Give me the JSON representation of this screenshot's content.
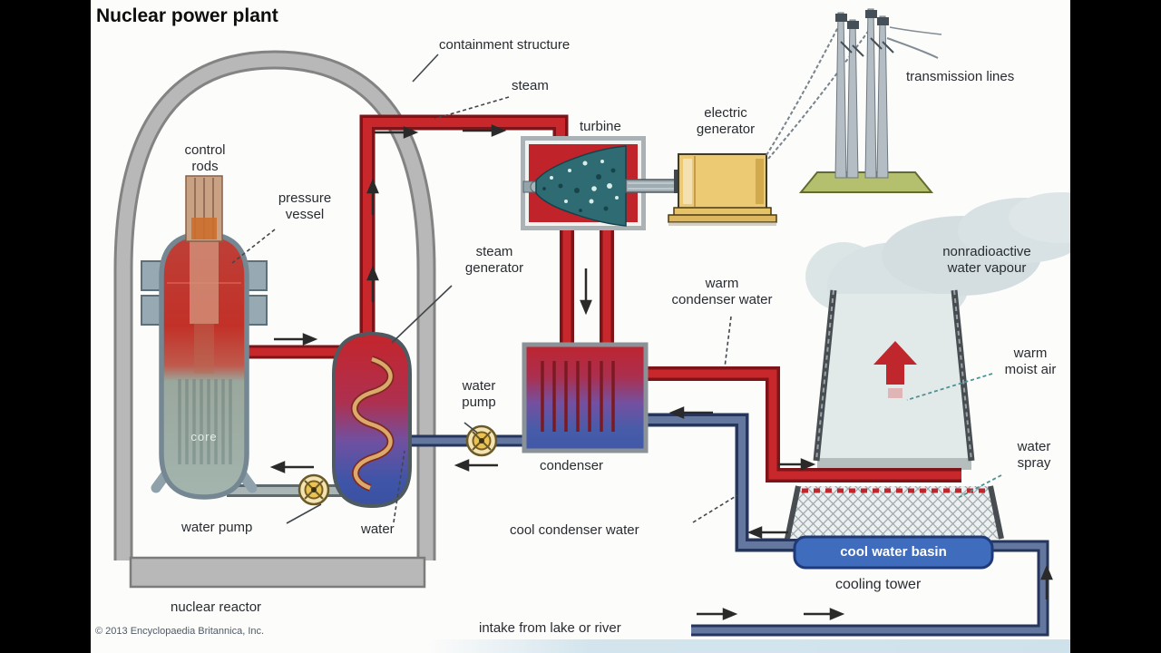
{
  "title": "Nuclear power plant",
  "labels": {
    "containment_structure": "containment structure",
    "steam": "steam",
    "turbine": "turbine",
    "electric_generator": "electric\ngenerator",
    "transmission_lines": "transmission lines",
    "control_rods": "control\nrods",
    "pressure_vessel": "pressure\nvessel",
    "steam_generator": "steam\ngenerator",
    "nonradioactive_water_vapour": "nonradioactive\nwater vapour",
    "warm_condenser_water": "warm\ncondenser water",
    "warm_moist_air": "warm\nmoist air",
    "water_pump_secondary": "water\npump",
    "condenser": "condenser",
    "water_spray": "water\nspray",
    "water_pump_primary": "water pump",
    "water": "water",
    "cool_condenser_water": "cool condenser water",
    "cool_water_basin": "cool water basin",
    "cooling_tower": "cooling tower",
    "core": "core",
    "nuclear_reactor": "nuclear reactor",
    "intake_from_lake_or_river": "intake from lake or river",
    "copyright": "© 2013 Encyclopaedia Britannica, Inc."
  },
  "colors": {
    "hot_steam_loop": "#c8272c",
    "cool_water_loop": "#64779f",
    "primary_coolant_pipe": "#a9b6b5",
    "basin_blue": "#3f6cbc",
    "generator_yellow": "#ecca74",
    "turbine_teal": "#2f6b72",
    "containment_gray": "#b8b8b8",
    "pillarbox": "#000000"
  }
}
